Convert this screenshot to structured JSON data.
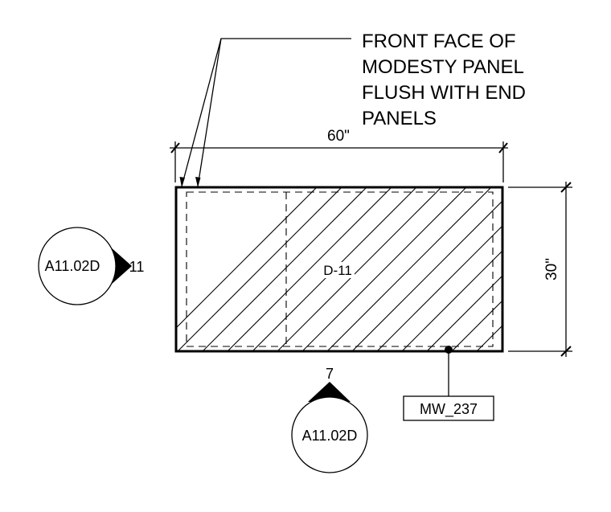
{
  "note": {
    "lines": [
      "FRONT FACE OF",
      "MODESTY PANEL",
      "FLUSH WITH END",
      "PANELS"
    ]
  },
  "dimensions": {
    "width": "60\"",
    "depth": "30\""
  },
  "desk": {
    "label": "D-11"
  },
  "section_callout": {
    "sheet": "A11.02D",
    "detail": "11",
    "pointer_direction": "right"
  },
  "elevation_callout": {
    "sheet": "A11.02D",
    "detail": "7",
    "pointer_direction": "up"
  },
  "equipment_tag": {
    "label": "MW_237"
  }
}
